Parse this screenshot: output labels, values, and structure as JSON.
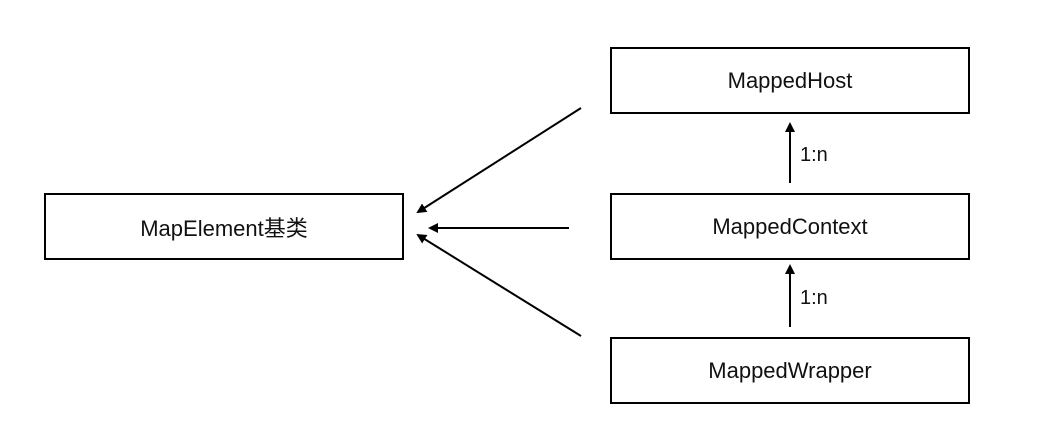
{
  "nodes": {
    "base": "MapElement基类",
    "host": "MappedHost",
    "context": "MappedContext",
    "wrapper": "MappedWrapper"
  },
  "edges": {
    "context_to_host": "1:n",
    "wrapper_to_context": "1:n"
  }
}
